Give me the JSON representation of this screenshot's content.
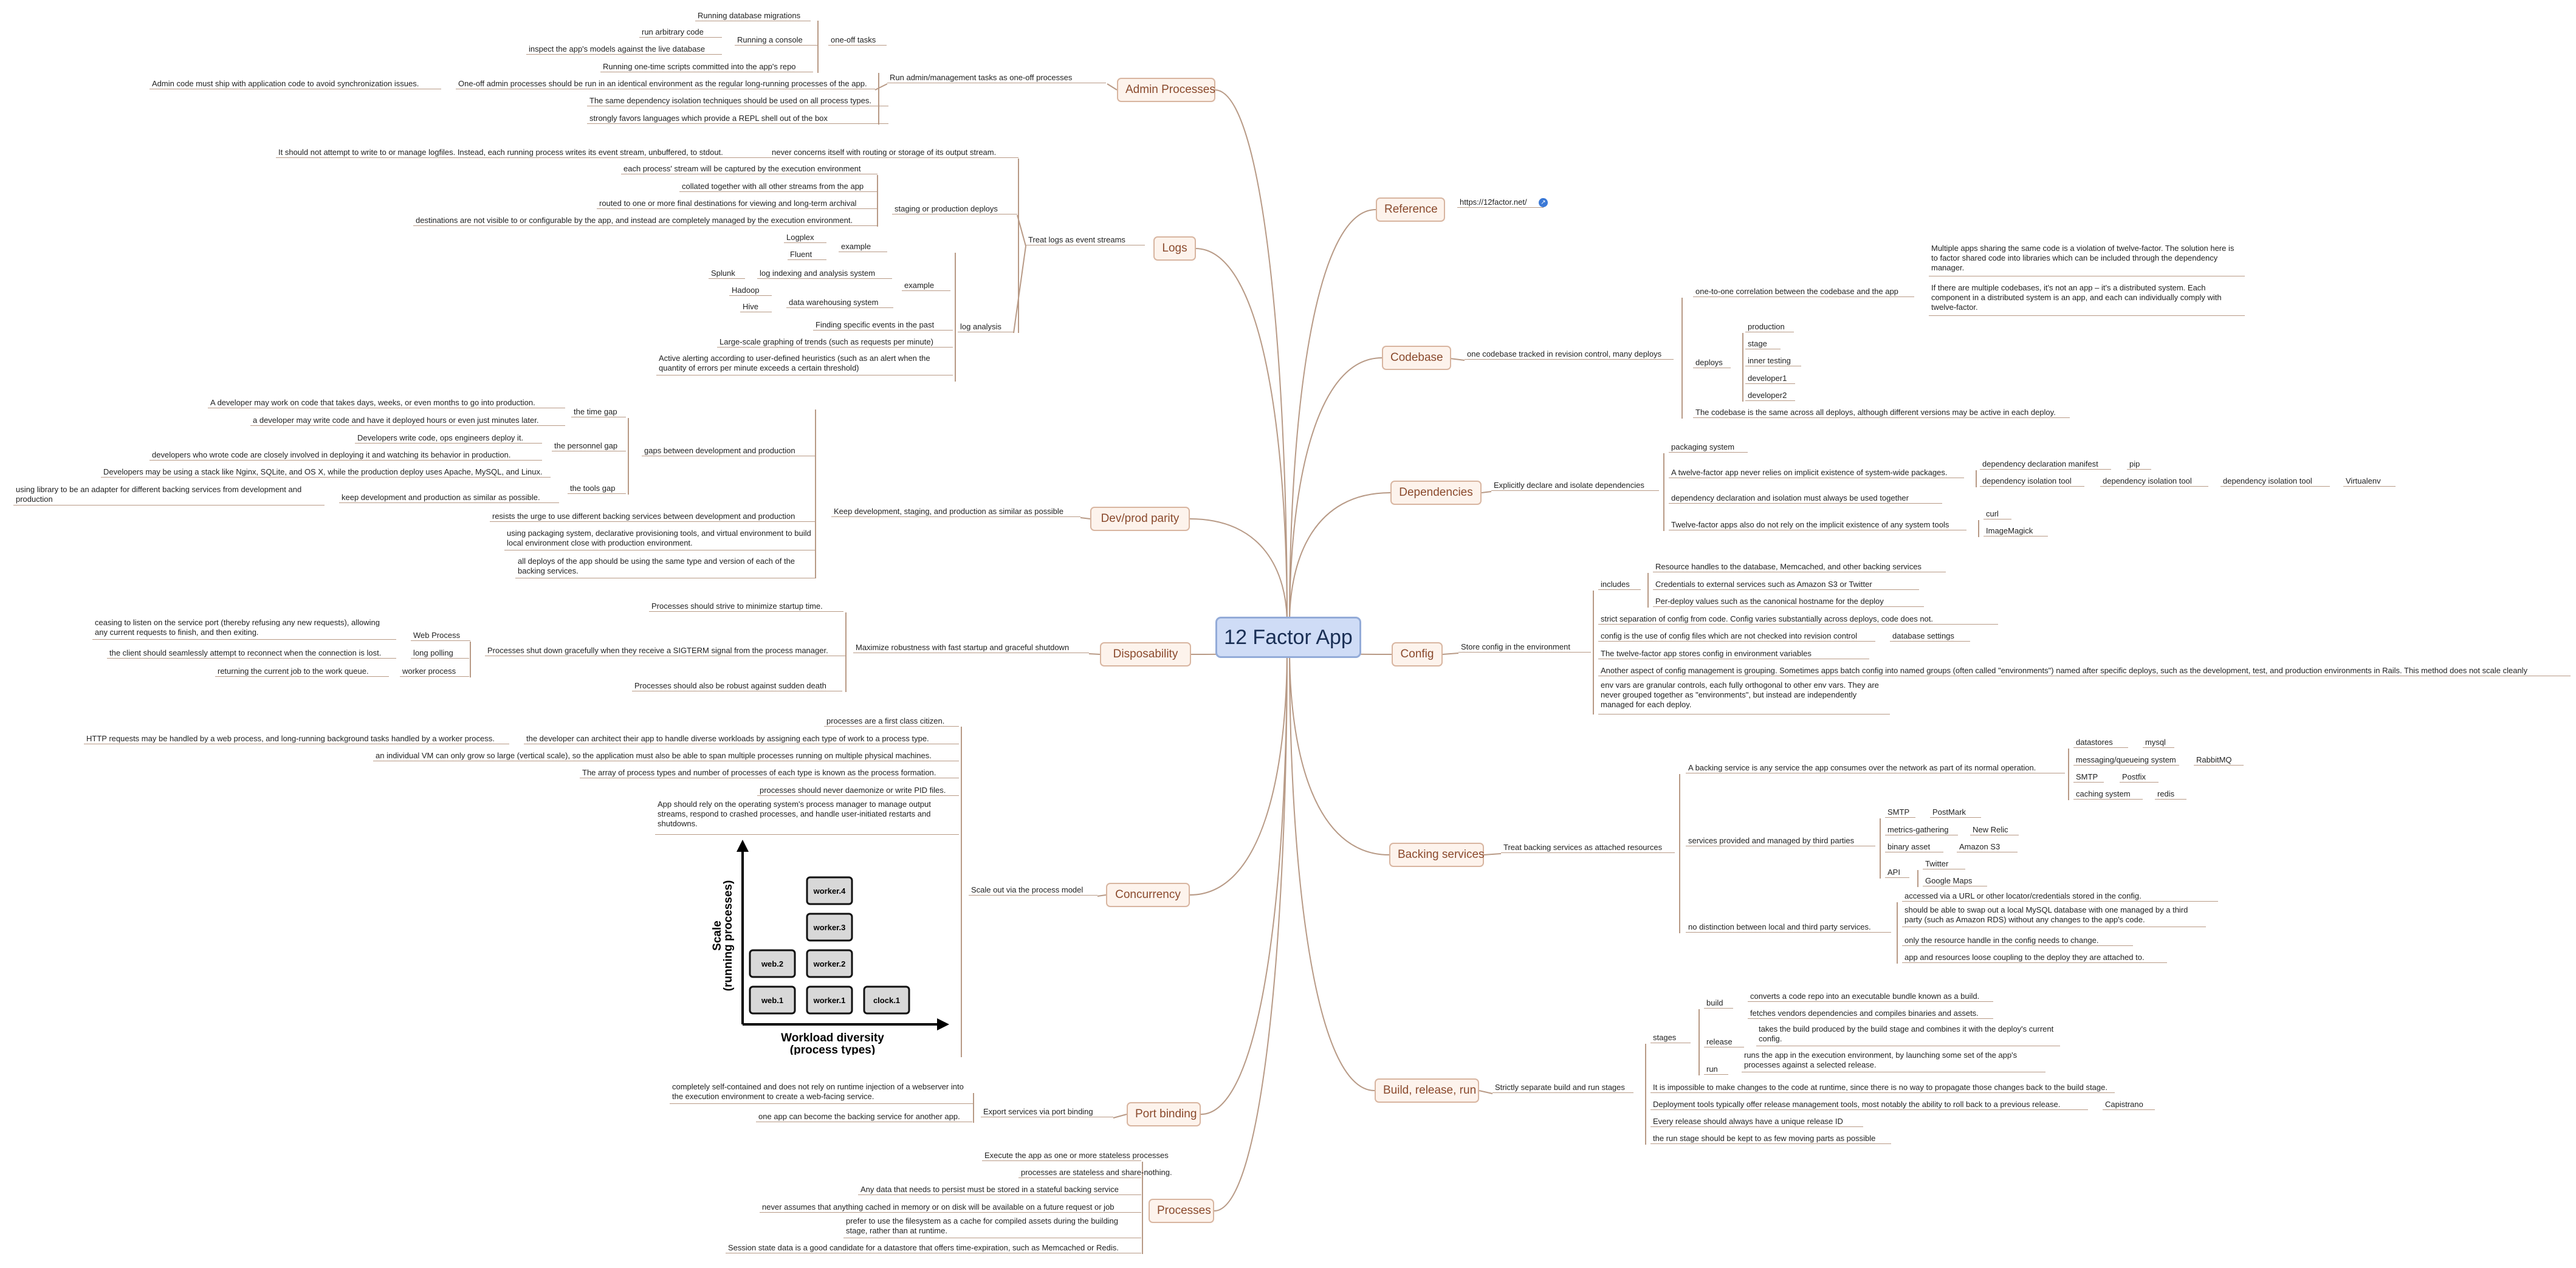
{
  "central": "12 Factor App",
  "branches": {
    "admin": "Admin Processes",
    "logs": "Logs",
    "devprod": "Dev/prod parity",
    "disposability": "Disposability",
    "concurrency": "Concurrency",
    "portbinding": "Port binding",
    "processes": "Processes",
    "reference": "Reference",
    "codebase": "Codebase",
    "dependencies": "Dependencies",
    "config": "Config",
    "backing": "Backing services",
    "build": "Build, release, run"
  },
  "admin": {
    "main": "Run admin/management tasks as one-off processes",
    "oneoff": "one-off tasks",
    "console": "Running a console",
    "migrations": "Running database migrations",
    "arbitrary": "run arbitrary code",
    "inspect": "inspect the app's models against the live database",
    "scripts": "Running one-time scripts committed into the app's repo",
    "identical": "One-off admin processes should be run in an identical environment as the regular long-running processes of the app.",
    "ship": "Admin code must ship with application code to avoid synchronization issues.",
    "isolation": "The same dependency isolation techniques should be used on all process types.",
    "repl": "strongly favors languages which provide a REPL shell out of the box"
  },
  "logs": {
    "main": "Treat logs as event streams",
    "never": "It should not attempt to write to or manage logfiles. Instead, each running process writes its event stream, unbuffered, to stdout.",
    "never_label": "never concerns itself with routing or storage of its output stream.",
    "staging": "staging or production deploys",
    "captured": "each process' stream will be captured by the execution environment",
    "collated": "collated together with all other streams from the app",
    "routed": "routed to one or more final destinations for viewing and long-term archival",
    "destinations": "destinations are not visible to or configurable by the app, and instead are completely managed by the execution environment.",
    "example": "example",
    "logplex": "Logplex",
    "fluent": "Fluent",
    "analysis": "log analysis",
    "example2": "example",
    "indexing": "log indexing and analysis system",
    "splunk": "Splunk",
    "warehousing": "data warehousing system",
    "hadoop": "Hadoop",
    "hive": "Hive",
    "finding": "Finding specific events in the past",
    "graphing": "Large-scale graphing of trends (such as requests per minute)",
    "alerting": "Active alerting according to user-defined heuristics (such as an alert when the quantity of errors per minute exceeds a certain threshold)"
  },
  "devprod": {
    "main": "Keep development, staging, and production as similar as possible",
    "gaps": "gaps between development and production",
    "timegap": "the time gap",
    "time1": "A developer may work on code that takes days, weeks, or even months to go into production.",
    "time2": "a developer may write code and have it deployed hours or even just minutes later.",
    "personnelgap": "the personnel gap",
    "personnel1": "Developers write code, ops engineers deploy it.",
    "personnel2": "developers who wrote code are closely involved in deploying it and watching its behavior in production.",
    "toolsgap": "the tools gap",
    "tools1": "Developers may be using a stack like Nginx, SQLite, and OS X, while the production deploy uses Apache, MySQL, and Linux.",
    "tools2": "keep development and production as similar as possible.",
    "tools2a": "using library to be an adapter for different backing services from development and production",
    "resists": "resists the urge to use different backing services between development and production",
    "packaging": "using packaging system, declarative provisioning tools, and virtual environment to build local environment close with production environment.",
    "alldeploys": "all deploys of the app should be using the same type and version of each of the backing services."
  },
  "disposability": {
    "main": "Maximize robustness with fast startup and graceful shutdown",
    "startup": "Processes should strive to minimize startup time.",
    "graceful": "Processes shut down gracefully when they receive a SIGTERM signal from the process manager.",
    "web": "Web Process",
    "ceasing": "ceasing to listen on the service port (thereby refusing any new requests), allowing any current requests to finish, and then exiting.",
    "longpolling": "long polling",
    "reconnect": "the client should seamlessly attempt to reconnect when the connection is lost.",
    "worker": "worker process",
    "returning": "returning the current job to the work queue.",
    "death": "Processes should also be robust against sudden death"
  },
  "concurrency": {
    "main": "Scale out via the process model",
    "firstclass": "processes are a first class citizen.",
    "architect": "the developer can architect their app to handle diverse workloads by assigning each type of work to a process type.",
    "http": "HTTP requests may be handled by a web process, and long-running background tasks handled by a worker process.",
    "vm": "an individual VM can only grow so large (vertical scale), so the application must also be able to span multiple processes running on multiple physical machines.",
    "formation": "The array of process types and number of processes of each type is known as the process formation.",
    "daemonize": "processes should never daemonize or write PID files.",
    "manager": "App should rely on the operating system's process manager to manage output streams, respond to crashed processes, and handle user-initiated restarts and shutdowns.",
    "ill_ylabel1": "Scale",
    "ill_ylabel2": "(running processes)",
    "ill_xlabel1": "Workload diversity",
    "ill_xlabel2": "(process types)",
    "boxes": [
      "worker.4",
      "worker.3",
      "web.2",
      "worker.2",
      "web.1",
      "worker.1",
      "clock.1"
    ]
  },
  "portbinding": {
    "main": "Export services via port binding",
    "selfcontained": "completely self-contained and does not rely on runtime injection of a webserver into the execution environment to create a web-facing service.",
    "backing": "one app can become the backing service for another app."
  },
  "processes": {
    "execute": "Execute the app as one or more stateless processes",
    "stateless": "processes are stateless and share-nothing.",
    "data": "Any data that needs to persist must be stored in a stateful backing service",
    "assumes": "never assumes that anything cached in memory or on disk will be available on a future request or job",
    "filesystem": "prefer to use the filesystem as a cache for compiled assets during the building stage, rather than at runtime.",
    "session": "Session state data is a good candidate for a datastore that offers time-expiration, such as Memcached or Redis."
  },
  "reference": {
    "url": "https://12factor.net/"
  },
  "codebase": {
    "main": "one codebase tracked in revision control, many deploys",
    "correlation": "one-to-one correlation between the codebase and the app",
    "multiple": "Multiple apps sharing the same code is a violation of twelve-factor. The solution here is to factor shared code into libraries which can be included through the dependency manager.",
    "distributed": "If there are multiple codebases, it's not an app – it's a distributed system. Each component in a distributed system is an app, and each can individually comply with twelve-factor.",
    "deploys": "deploys",
    "production": "production",
    "stage": "stage",
    "inner": "inner testing",
    "dev1": "developer1",
    "dev2": "developer2",
    "same": "The codebase is the same across all deploys, although different versions may be active in each deploy."
  },
  "dependencies": {
    "main": "Explicitly declare and isolate dependencies",
    "packaging": "packaging system",
    "never": "A twelve-factor app never relies on implicit existence of system-wide packages.",
    "manifest": "dependency declaration manifest",
    "pip": "pip",
    "isolation1": "dependency isolation tool",
    "isolation2": "dependency isolation tool",
    "isolation3": "dependency isolation tool",
    "virtualenv": "Virtualenv",
    "together": "dependency declaration and isolation must always be used together",
    "tools": "Twelve-factor apps also do not rely on the implicit existence of any system tools",
    "curl": "curl",
    "imagemagick": "ImageMagick"
  },
  "config": {
    "main": "Store config in the environment",
    "includes": "includes",
    "resource": "Resource handles to the database, Memcached, and other backing services",
    "credentials": "Credentials to external services such as Amazon S3 or Twitter",
    "perdeploy": "Per-deploy values such as the canonical hostname for the deploy",
    "strict": "strict separation of config from code. Config varies substantially across deploys, code does not.",
    "files": "config is the use of config files which are not checked into revision control",
    "dbsettings": "database settings",
    "envvars": "The twelve-factor app stores config in environment variables",
    "grouping": "Another aspect of config management is grouping. Sometimes apps batch config into named groups (often called \"environments\") named after specific deploys, such as the development, test, and production environments in Rails. This method does not scale cleanly",
    "granular": "env vars are granular controls, each fully orthogonal to other env vars. They are never grouped together as \"environments\", but instead are independently managed for each deploy."
  },
  "backing": {
    "main": "Treat backing services as attached resources",
    "any": "A backing service is any service the app consumes over the network as part of its normal operation.",
    "datastores": "datastores",
    "mysql": "mysql",
    "messaging": "messaging/queueing system",
    "rabbitmq": "RabbitMQ",
    "smtp1": "SMTP",
    "postfix": "Postfix",
    "caching": "caching system",
    "redis": "redis",
    "thirdparty": "services provided and managed by third parties",
    "smtp2": "SMTP",
    "postmark": "PostMark",
    "metrics": "metrics-gathering",
    "newrelic": "New Relic",
    "binary": "binary asset",
    "amazon": "Amazon S3",
    "api": "API",
    "twitter": "Twitter",
    "googlemaps": "Google Maps",
    "nodistinction": "no distinction between local and third party services.",
    "accessed": "accessed via a URL or other locator/credentials stored in the config.",
    "swap": "should be able to swap out a local MySQL database with one managed by a third party (such as Amazon RDS) without any changes to the app's code.",
    "onlyresource": "only the resource handle in the config needs to change.",
    "loose": "app and resources loose coupling to the deploy they are attached to."
  },
  "build": {
    "main": "Strictly separate build and run stages",
    "stages": "stages",
    "build": "build",
    "converts": "converts a code repo into an executable bundle known as a build.",
    "fetches": "fetches vendors dependencies and compiles binaries and assets.",
    "release": "release",
    "takes": "takes the build produced by the build stage and combines it with the deploy's current config.",
    "run": "run",
    "runs": "runs the app in the execution environment, by launching some set of the app's processes against a selected release.",
    "impossible": "It is impossible to make changes to the code at runtime, since there is no way to propagate those changes back to the build stage.",
    "deployment": "Deployment tools typically offer release management tools, most notably the ability to roll back to a previous release.",
    "capistrano": "Capistrano",
    "unique": "Every release should always have a unique release ID",
    "fewparts": "the run stage should be kept to as few moving parts as possible"
  }
}
